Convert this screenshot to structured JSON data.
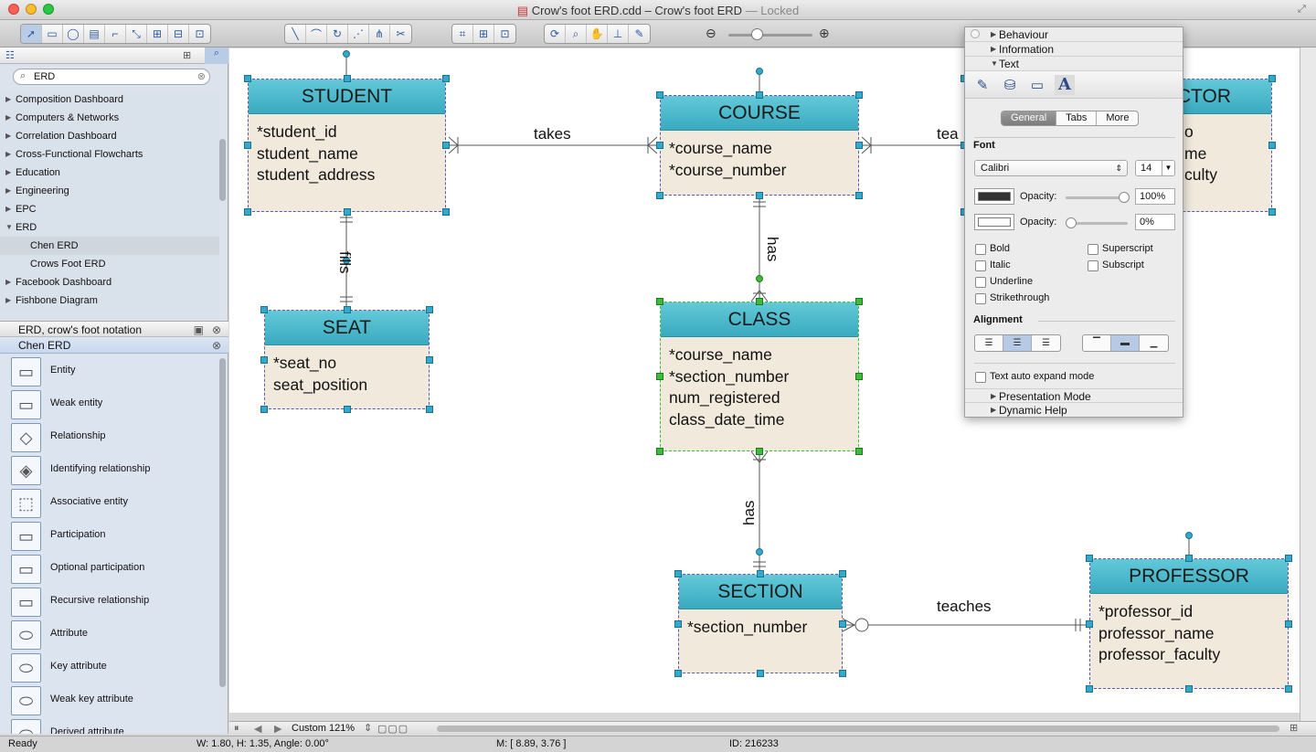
{
  "window": {
    "title": "Crow's foot ERD.cdd – Crow's foot ERD",
    "title_suffix": "— Locked"
  },
  "left_panel": {
    "search_value": "ERD",
    "tree": [
      {
        "label": "Composition Dashboard",
        "expanded": false
      },
      {
        "label": "Computers & Networks",
        "expanded": false
      },
      {
        "label": "Correlation Dashboard",
        "expanded": false
      },
      {
        "label": "Cross-Functional Flowcharts",
        "expanded": false
      },
      {
        "label": "Education",
        "expanded": false
      },
      {
        "label": "Engineering",
        "expanded": false
      },
      {
        "label": "EPC",
        "expanded": false
      },
      {
        "label": "ERD",
        "expanded": true
      },
      {
        "label": "Chen ERD",
        "child": true
      },
      {
        "label": "Crows Foot ERD",
        "child": true
      },
      {
        "label": "Facebook Dashboard",
        "expanded": false
      },
      {
        "label": "Fishbone Diagram",
        "expanded": false
      }
    ],
    "library_1": "ERD, crow's foot notation",
    "library_2": "Chen ERD",
    "shapes": [
      "Entity",
      "Weak entity",
      "Relationship",
      "Identifying relationship",
      "Associative entity",
      "Participation",
      "Optional participation",
      "Recursive relationship",
      "Attribute",
      "Key attribute",
      "Weak key attribute",
      "Derived attribute"
    ]
  },
  "diagram": {
    "entities": {
      "student": {
        "name": "STUDENT",
        "attrs": [
          "*student_id",
          "student_name",
          "student_address"
        ]
      },
      "course": {
        "name": "COURSE",
        "attrs": [
          "*course_name",
          "*course_number"
        ]
      },
      "instructor": {
        "name": "INSTRUCTOR",
        "visible_name": "CTOR",
        "attrs": [
          "o",
          "me",
          "culty"
        ]
      },
      "seat": {
        "name": "SEAT",
        "attrs": [
          "*seat_no",
          "seat_position"
        ]
      },
      "class": {
        "name": "CLASS",
        "attrs": [
          "*course_name",
          "*section_number",
          "num_registered",
          "class_date_time"
        ]
      },
      "section": {
        "name": "SECTION",
        "attrs": [
          "*section_number"
        ]
      },
      "professor": {
        "name": "PROFESSOR",
        "attrs": [
          "*professor_id",
          "professor_name",
          "professor_faculty"
        ]
      }
    },
    "relationships": {
      "takes": "takes",
      "teaches_top": "tea",
      "fills": "fills",
      "has_1": "has",
      "has_2": "has",
      "teaches": "teaches"
    }
  },
  "inspector": {
    "sections": {
      "behaviour": "Behaviour",
      "information": "Information",
      "text": "Text",
      "presentation": "Presentation Mode",
      "help": "Dynamic Help"
    },
    "tabs": [
      "General",
      "Tabs",
      "More"
    ],
    "font_label": "Font",
    "font": "Calibri",
    "size": "14",
    "opacity_label": "Opacity:",
    "text_opacity": "100%",
    "fill_opacity": "0%",
    "styles_left": [
      "Bold",
      "Italic",
      "Underline",
      "Strikethrough"
    ],
    "styles_right": [
      "Superscript",
      "Subscript"
    ],
    "alignment_label": "Alignment",
    "auto_expand": "Text auto expand mode"
  },
  "bottom": {
    "zoom": "Custom 121%"
  },
  "status": {
    "state": "Ready",
    "dims": "W: 1.80,  H: 1.35,  Angle: 0.00°",
    "mouse": "M: [ 8.89, 3.76 ]",
    "id": "ID: 216233"
  },
  "colors": {
    "entity_header": "#3aaabf",
    "entity_body": "#f0e9dc",
    "handle": "#33aacc",
    "selected_handle": "#3cbb3c"
  }
}
